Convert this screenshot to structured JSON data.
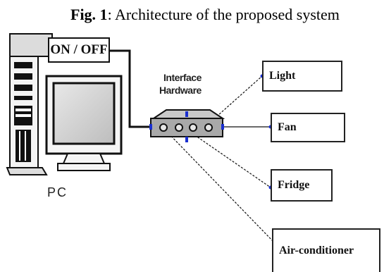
{
  "caption": {
    "prefix": "Fig. 1",
    "text": ": Architecture of the proposed system"
  },
  "switch": {
    "label": "ON / OFF"
  },
  "computer": {
    "label": "PC"
  },
  "interface": {
    "line1": "Interface",
    "line2": "Hardware"
  },
  "devices": [
    {
      "label": "Light"
    },
    {
      "label": "Fan"
    },
    {
      "label": "Fridge"
    },
    {
      "label": "Air-conditioner"
    }
  ],
  "colors": {
    "line": "#111111",
    "connector": "#1a2fd0",
    "hub_fill": "#a9a9a9"
  }
}
